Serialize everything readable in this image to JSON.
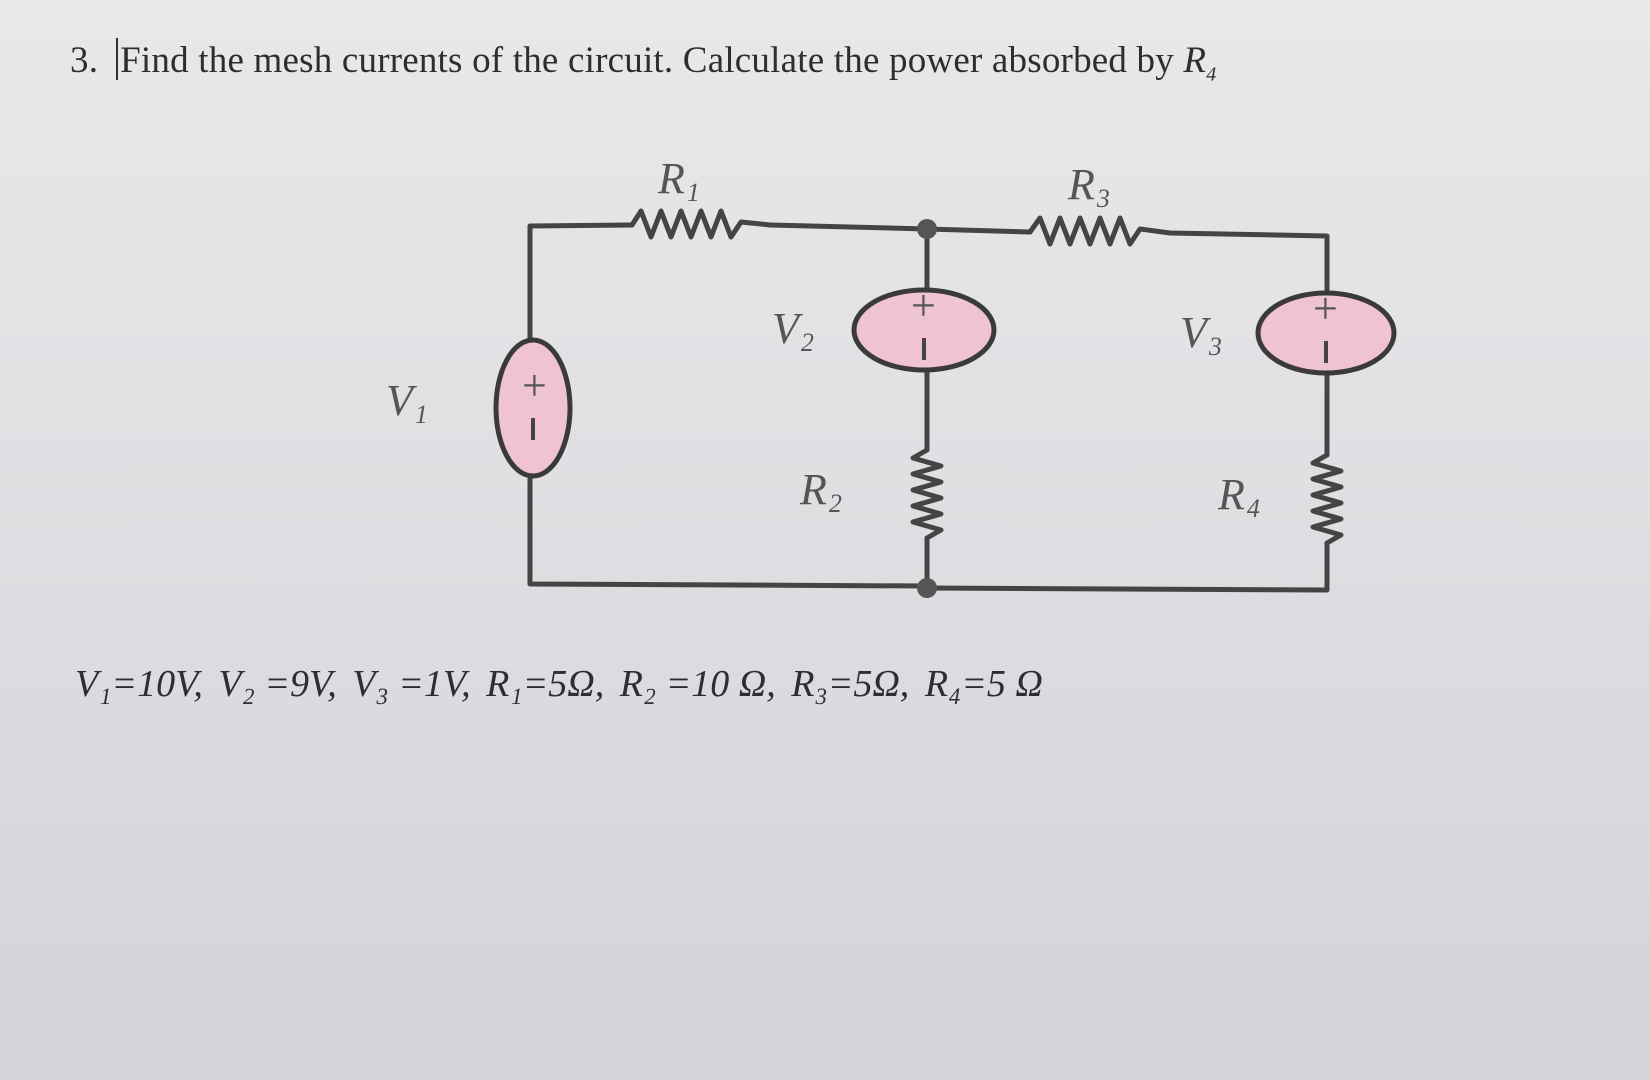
{
  "question": {
    "number": "3.",
    "text": "Find the mesh currents of the circuit. Calculate the power absorbed by",
    "target_var": "R",
    "target_sub": "4"
  },
  "circuit": {
    "resistors": [
      {
        "name": "R",
        "sub": "1"
      },
      {
        "name": "R",
        "sub": "2"
      },
      {
        "name": "R",
        "sub": "3"
      },
      {
        "name": "R",
        "sub": "4"
      }
    ],
    "sources": [
      {
        "name": "V",
        "sub": "1"
      },
      {
        "name": "V",
        "sub": "2"
      },
      {
        "name": "V",
        "sub": "3"
      }
    ],
    "source_fill": "#efc3cf",
    "wire_color": "#444444",
    "plus_symbol": "+"
  },
  "values_line": [
    "V₁=10V,",
    "V₂ =9V,",
    "V₃ =1V,",
    "R₁=5Ω,",
    "R₂ =10 Ω,",
    "R₃=5Ω,",
    "R₄=5 Ω"
  ]
}
